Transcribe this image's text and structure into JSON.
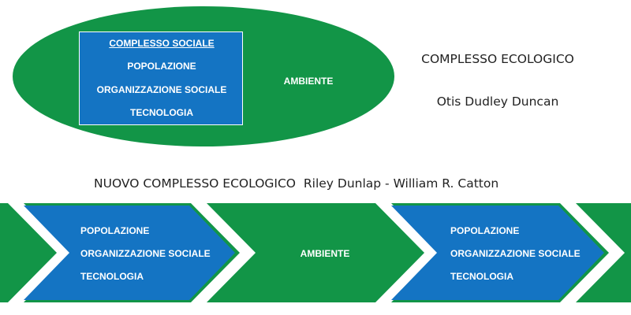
{
  "model1": {
    "inner_box": {
      "title": "COMPLESSO SOCIALE",
      "items": [
        "POPOLAZIONE",
        "ORGANIZZAZIONE SOCIALE",
        "TECNOLOGIA"
      ]
    },
    "outer_label": "AMBIENTE",
    "title": "COMPLESSO ECOLOGICO",
    "author": "Otis Dudley Duncan"
  },
  "model2": {
    "title": "NUOVO COMPLESSO ECOLOGICO",
    "authors": "Riley Dunlap - William R. Catton",
    "chevron_left": [
      "POPOLAZIONE",
      "ORGANIZZAZIONE SOCIALE",
      "TECNOLOGIA"
    ],
    "middle_label": "AMBIENTE",
    "chevron_right": [
      "POPOLAZIONE",
      "ORGANIZZAZIONE SOCIALE",
      "TECNOLOGIA"
    ]
  },
  "colors": {
    "green": "#129547",
    "blue": "#1474c3",
    "text_white": "#ffffff",
    "text_dark": "#222222"
  }
}
